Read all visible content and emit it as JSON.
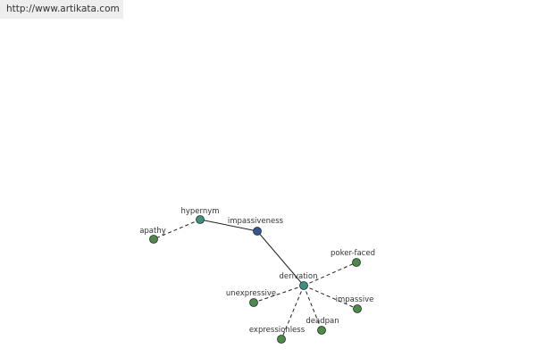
{
  "watermark": {
    "text": "http://www.artikata.com"
  },
  "colors": {
    "background": "#ffffff",
    "edge": "#222222",
    "node_outline": "#1f2f1f",
    "node_green": "#4e8a4a",
    "node_teal": "#3f8f86",
    "node_blue": "#37539a",
    "label": "#333333"
  },
  "nodes": [
    {
      "id": "hypernym",
      "label": "hypernym",
      "color": "teal"
    },
    {
      "id": "impassiveness",
      "label": "impassiveness",
      "color": "blue"
    },
    {
      "id": "apathy",
      "label": "apathy",
      "color": "green"
    },
    {
      "id": "derivation",
      "label": "derivation",
      "color": "teal"
    },
    {
      "id": "poker-faced",
      "label": "poker-faced",
      "color": "green"
    },
    {
      "id": "unexpressive",
      "label": "unexpressive",
      "color": "green"
    },
    {
      "id": "impassive",
      "label": "impassive",
      "color": "green"
    },
    {
      "id": "deadpan",
      "label": "deadpan",
      "color": "green"
    },
    {
      "id": "expressionless",
      "label": "expressionless",
      "color": "green"
    }
  ],
  "edges": [
    {
      "from": "impassiveness",
      "to": "hypernym",
      "style": "solid"
    },
    {
      "from": "hypernym",
      "to": "apathy",
      "style": "dashed"
    },
    {
      "from": "impassiveness",
      "to": "derivation",
      "style": "solid"
    },
    {
      "from": "derivation",
      "to": "poker-faced",
      "style": "dashed"
    },
    {
      "from": "derivation",
      "to": "unexpressive",
      "style": "dashed"
    },
    {
      "from": "derivation",
      "to": "impassive",
      "style": "dashed"
    },
    {
      "from": "derivation",
      "to": "deadpan",
      "style": "dashed"
    },
    {
      "from": "derivation",
      "to": "expressionless",
      "style": "dashed"
    }
  ]
}
